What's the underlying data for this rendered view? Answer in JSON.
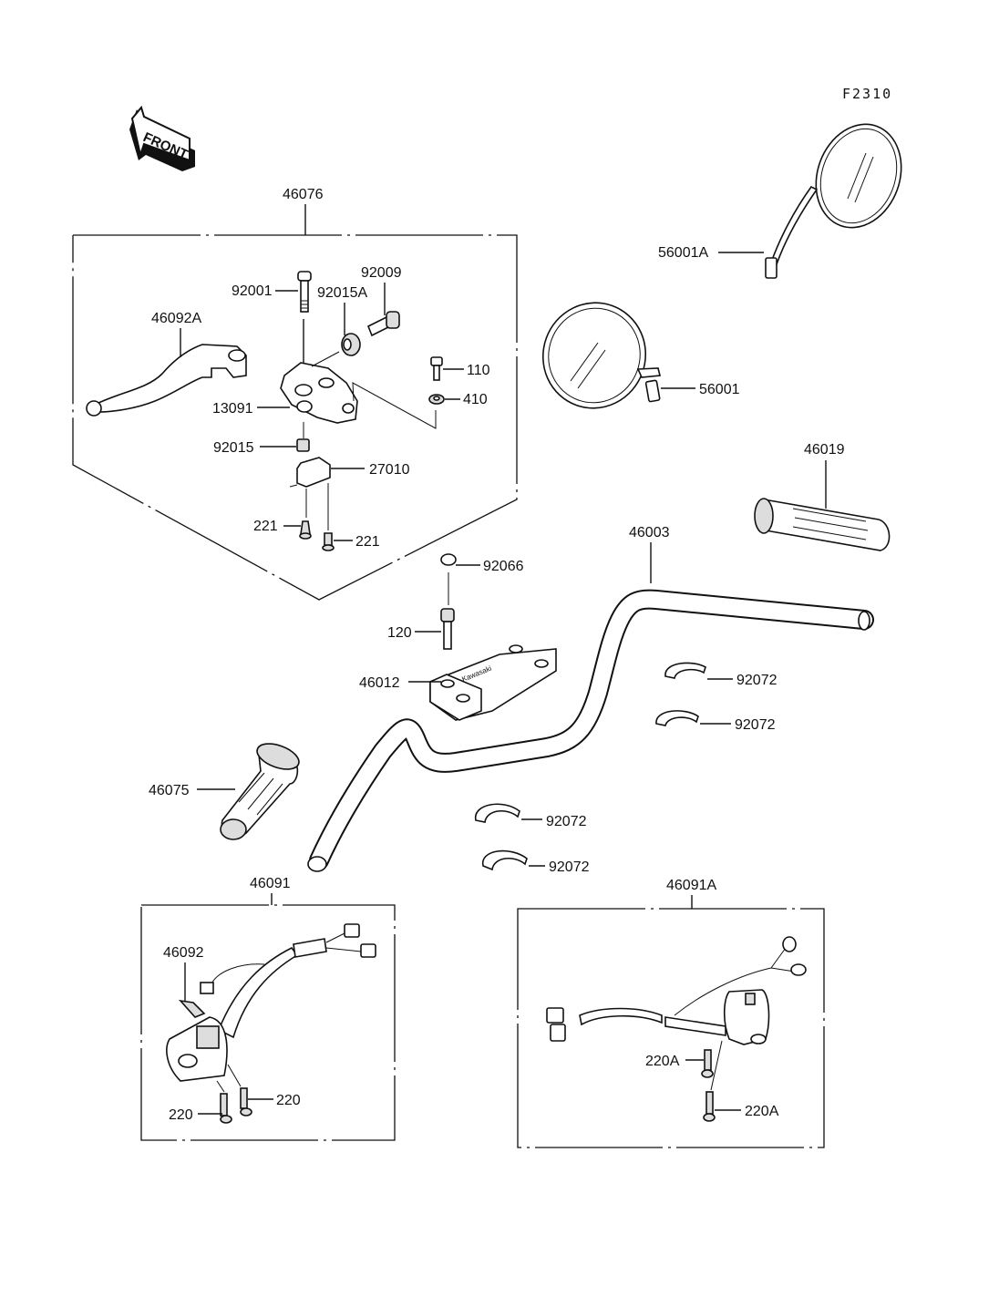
{
  "diagram_code": "F2310",
  "front_arrow": "FRONT",
  "brand_mark": "Kawasaki",
  "groups": {
    "clutch_lever_assy": "46076",
    "left_switch_assy": "46091",
    "right_switch_assy": "46091A"
  },
  "labels": {
    "l92001": "92001",
    "l92015A": "92015A",
    "l92009": "92009",
    "l46092A": "46092A",
    "l110": "110",
    "l410": "410",
    "l13091": "13091",
    "l92015": "92015",
    "l27010": "27010",
    "l221a": "221",
    "l221b": "221",
    "l56001A": "56001A",
    "l56001": "56001",
    "l46019": "46019",
    "l46003": "46003",
    "l92066": "92066",
    "l120": "120",
    "l46012": "46012",
    "l92072a": "92072",
    "l92072b": "92072",
    "l92072c": "92072",
    "l92072d": "92072",
    "l46075": "46075",
    "l46092": "46092",
    "l220a": "220",
    "l220b": "220",
    "l220Aa": "220A",
    "l220Ab": "220A"
  }
}
